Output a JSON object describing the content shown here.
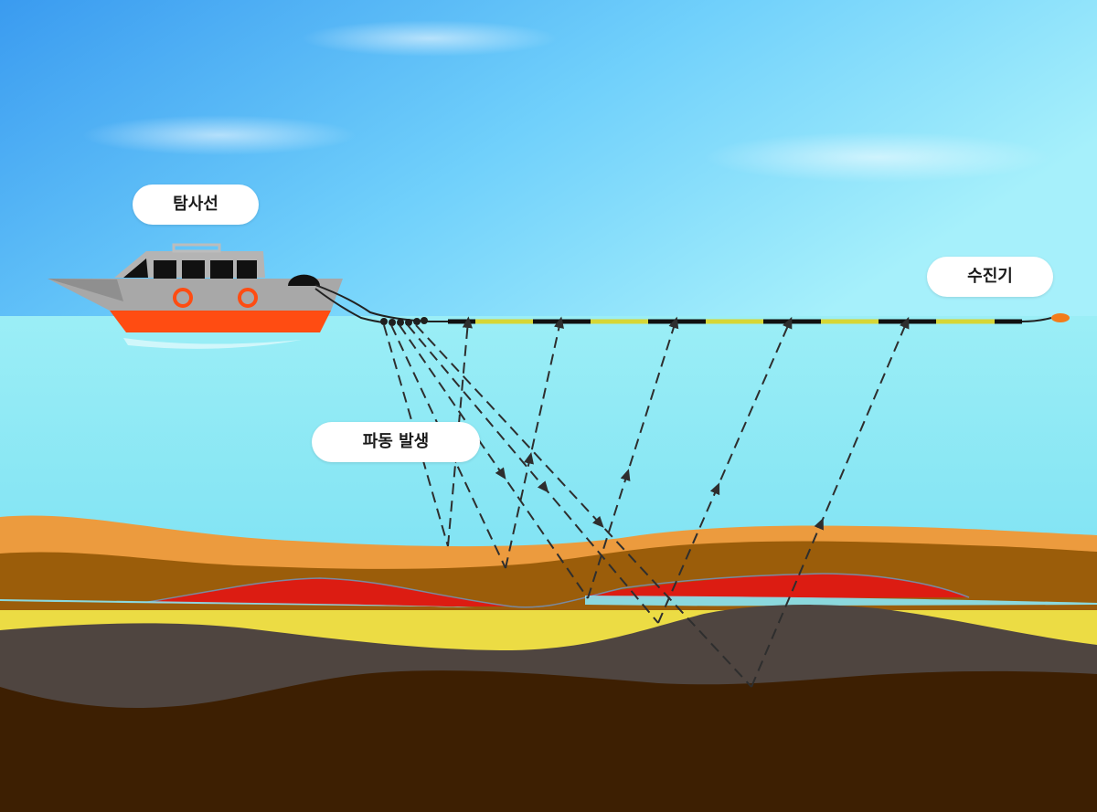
{
  "labels": {
    "ship": "탐사선",
    "receiver": "수진기",
    "wave_generation": "파동 발생"
  },
  "colors": {
    "sky_top": "#3a9bf0",
    "sky_bottom": "#a6f0fb",
    "sea": "#8ae6f4",
    "layer_orange": "#ec9b3e",
    "layer_brown": "#9b5d0a",
    "layer_red": "#dc1c12",
    "layer_yellow": "#ecdc44",
    "layer_gray": "#4f4540",
    "layer_dark": "#3d1f02",
    "hull_upper": "#a8a8a8",
    "hull_lower": "#ff4c12",
    "streamer_yellow": "#d6d636",
    "buoy": "#f37c1a"
  },
  "icons": {
    "ship": "survey-ship-icon",
    "buoy": "tail-buoy-icon",
    "source": "airgun-source-icon"
  }
}
